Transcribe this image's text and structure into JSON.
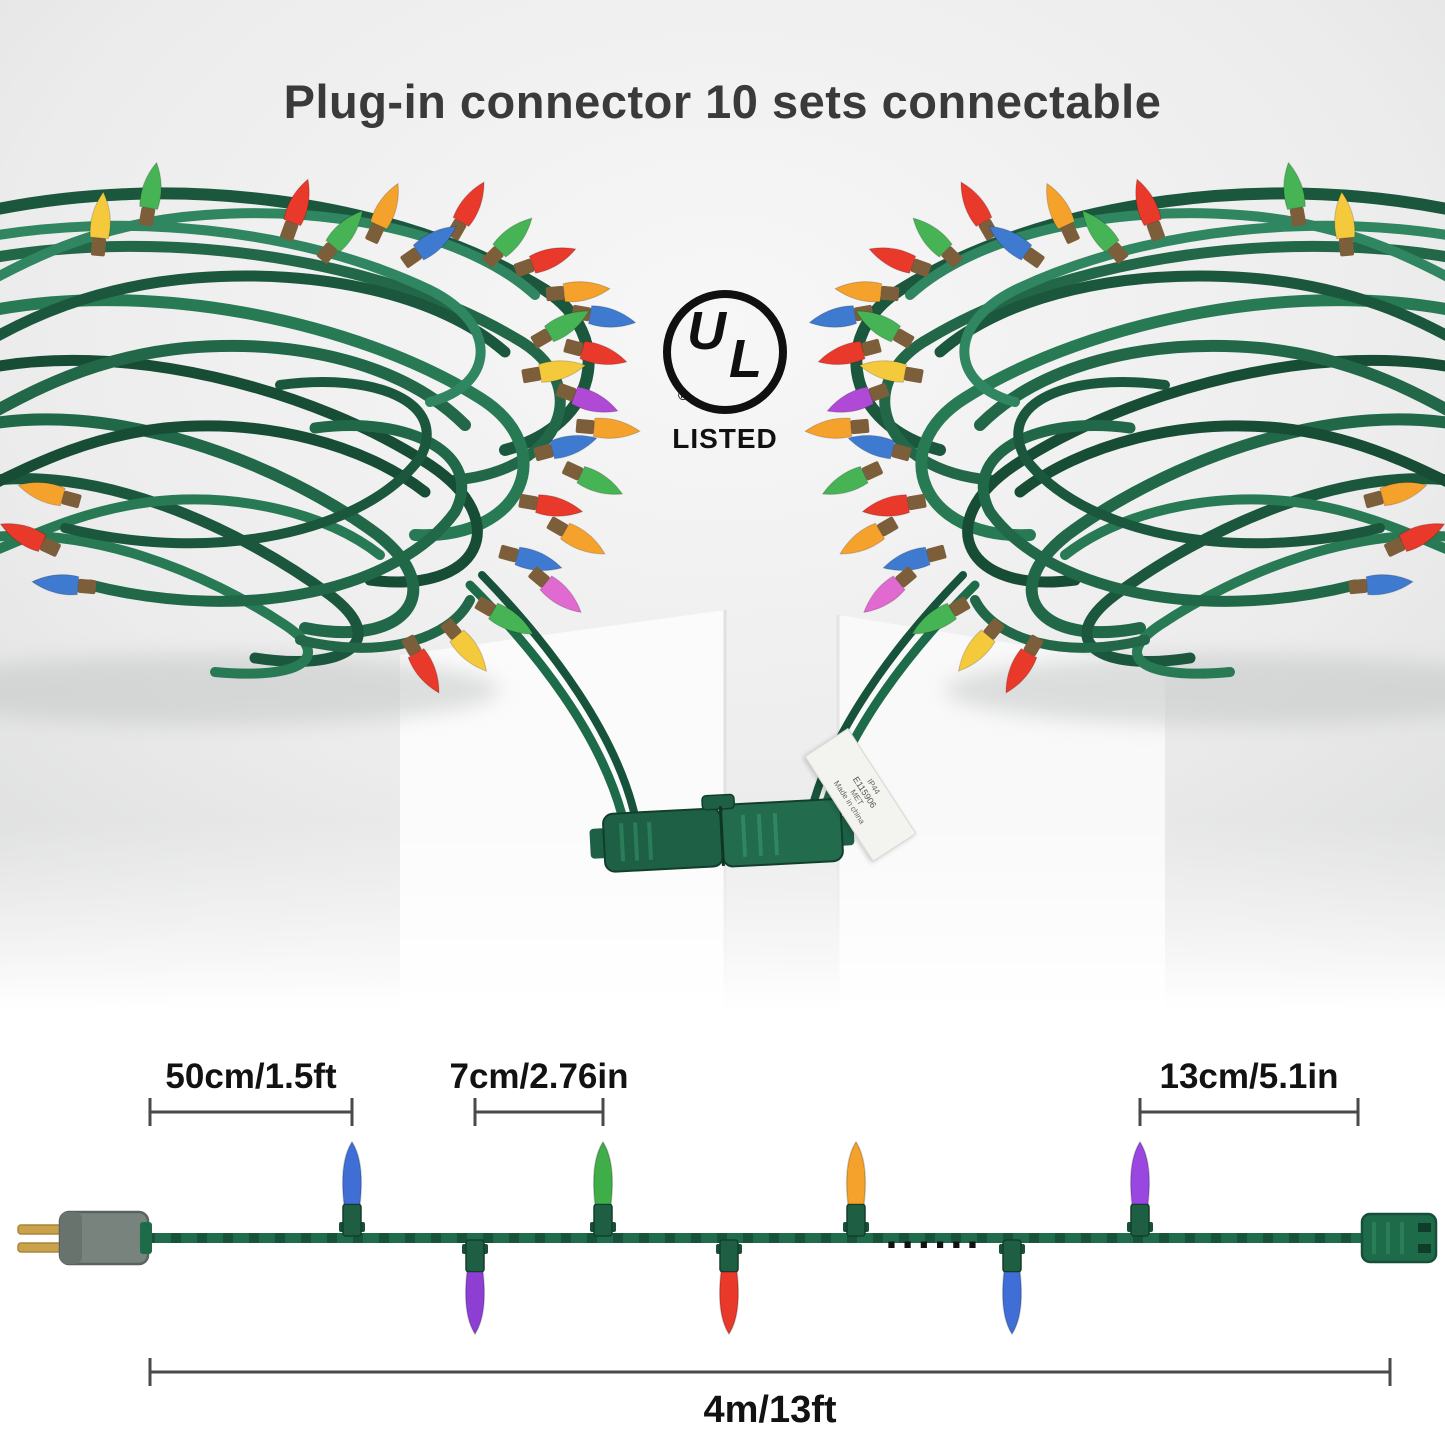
{
  "title": "Plug-in connector 10 sets connectable",
  "ul_badge": {
    "letter_u": "U",
    "letter_l": "L",
    "registered": "®",
    "listed": "LISTED"
  },
  "tag": {
    "line1": "IP44",
    "line2": "E115906",
    "line3": "MET",
    "line4": "Made in china"
  },
  "diagram": {
    "lead_label": "50cm/1.5ft",
    "spacing_label": "7cm/2.76in",
    "tail_label": "13cm/5.1in",
    "total_label": "4m/13ft",
    "dots": "......",
    "bulb_sequence": [
      {
        "position": "up",
        "color_name": "blue",
        "hex": "#3f6fd6"
      },
      {
        "position": "down",
        "color_name": "purple",
        "hex": "#8d3fd4"
      },
      {
        "position": "up",
        "color_name": "green",
        "hex": "#3fae49"
      },
      {
        "position": "down",
        "color_name": "red",
        "hex": "#e8392b"
      },
      {
        "position": "up",
        "color_name": "orange",
        "hex": "#f5a22c"
      },
      {
        "position": "down",
        "color_name": "blue",
        "hex": "#3f6fd6"
      },
      {
        "position": "up",
        "color_name": "purple",
        "hex": "#9a46e0"
      }
    ]
  },
  "colors": {
    "wire_green": "#1f6b4c",
    "title_text": "#3a3a3a",
    "measurement_text": "#121212",
    "backdrop_gray": "#e7e8e8",
    "prong_brass": "#c9a24b"
  }
}
